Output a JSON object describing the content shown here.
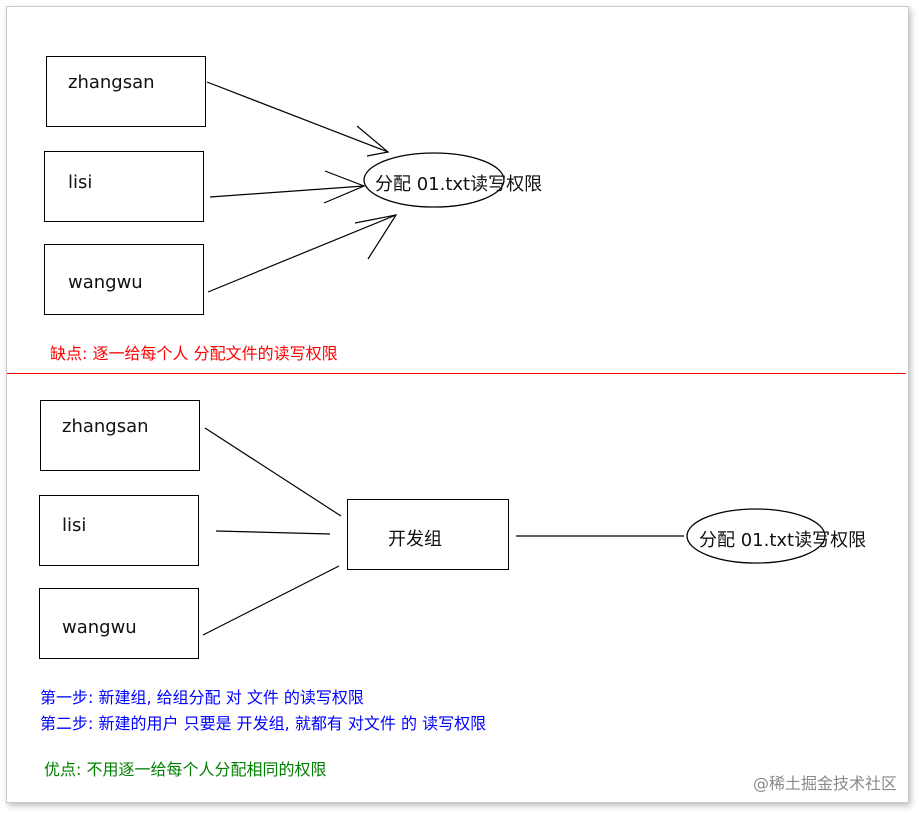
{
  "top_section": {
    "users": [
      "zhangsan",
      "lisi",
      "wangwu"
    ],
    "permission_label": "分配 01.txt读写权限",
    "drawback_note": "缺点: 逐一给每个人 分配文件的读写权限"
  },
  "bottom_section": {
    "users": [
      "zhangsan",
      "lisi",
      "wangwu"
    ],
    "group_label": "开发组",
    "permission_label": "分配 01.txt读写权限",
    "step1_note": "第一步: 新建组, 给组分配 对 文件 的读写权限",
    "step2_note": "第二步: 新建的用户 只要是 开发组, 就都有 对文件 的 读写权限",
    "advantage_note": "优点: 不用逐一给每个人分配相同的权限"
  },
  "colors": {
    "drawback": "#ff0000",
    "steps": "#0000ff",
    "advantage": "#008000",
    "divider": "#ff0000"
  },
  "watermark": "@稀土掘金技术社区"
}
